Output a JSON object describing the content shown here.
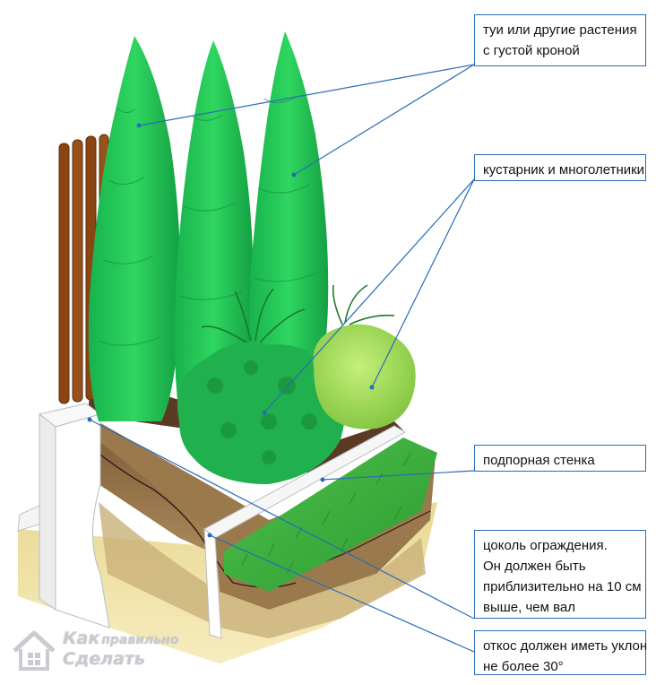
{
  "labels": {
    "trees": [
      "туи или другие растения",
      "с густой кроной"
    ],
    "shrubs": [
      "кустарник и многолетники"
    ],
    "retaining_wall": [
      "подпорная стенка"
    ],
    "plinth": [
      "цоколь ограждения.",
      "Он должен быть",
      "приблизительно на 10 см",
      "выше, чем вал"
    ],
    "slope": [
      "откос должен иметь уклон",
      "не более 30°"
    ]
  },
  "watermark": {
    "word1": "Как",
    "word2": "правильно",
    "word3": "Сделать"
  },
  "colors": {
    "leader_line": "#2a6bb8",
    "label_border": "#2a6bb8",
    "foliage_dark": "#1aa04a",
    "foliage_light": "#3ddc6a",
    "shrub_light": "#a8e05a",
    "soil_dark": "#6b4a2a",
    "sand": "#f2e4a6",
    "fence": "#8b4513",
    "wall": "#f4f4f4"
  }
}
